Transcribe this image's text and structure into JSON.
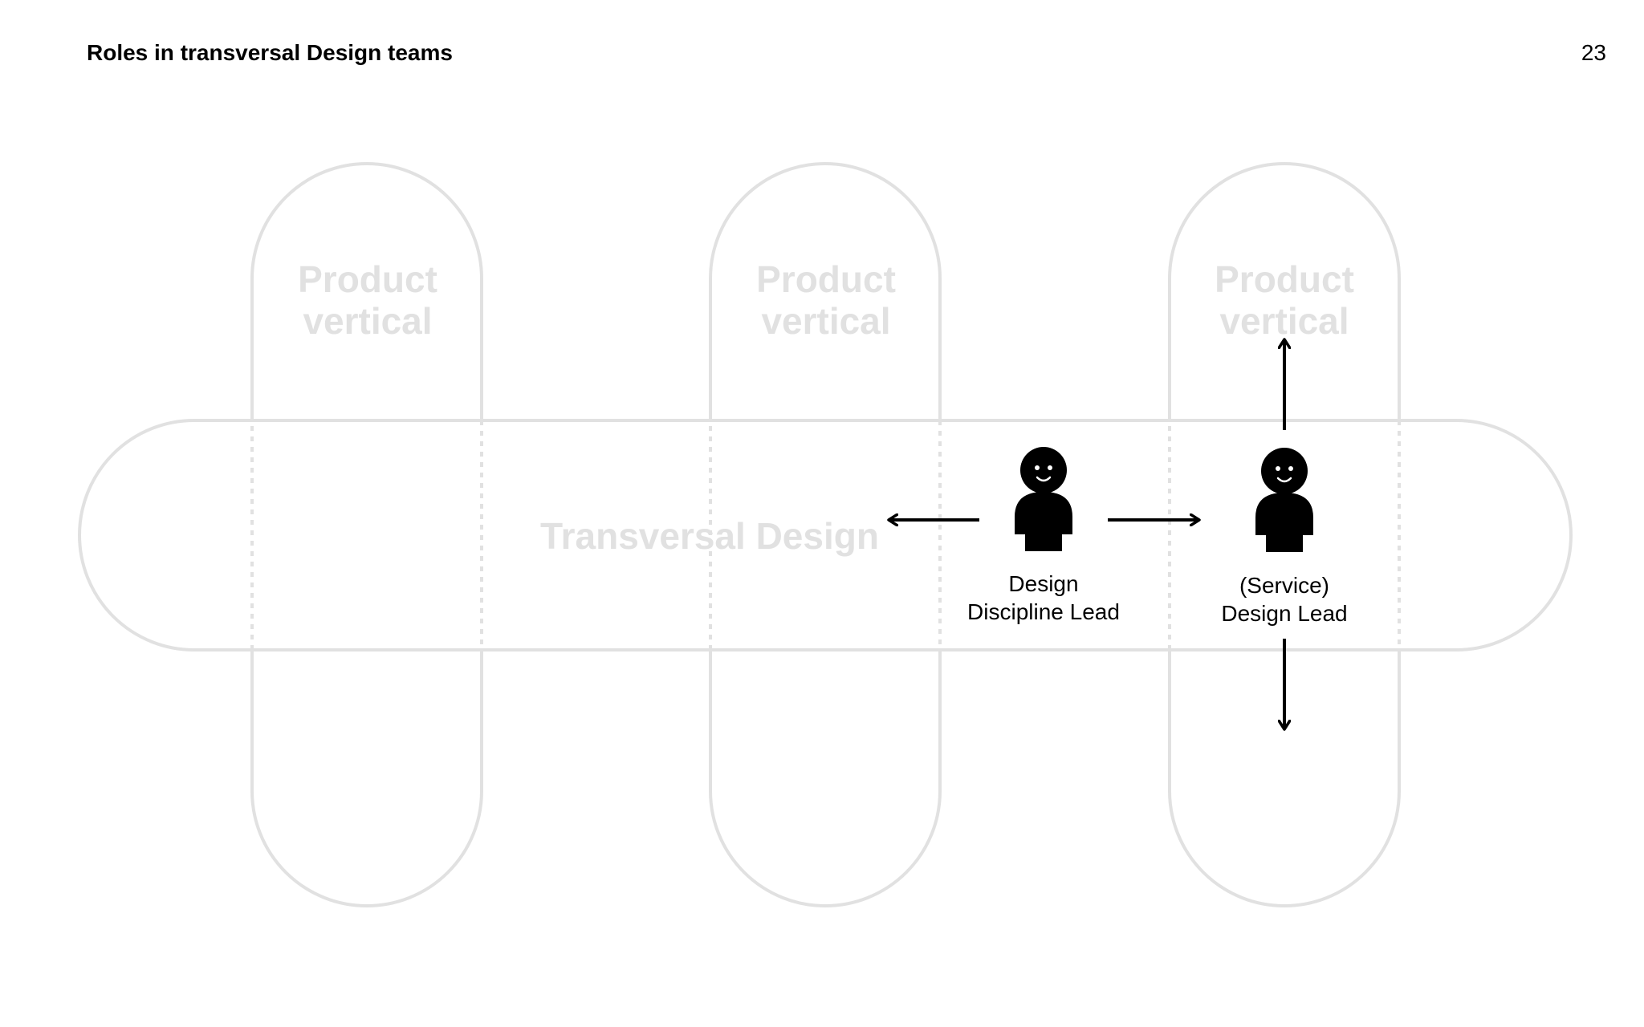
{
  "header": {
    "title": "Roles in transversal Design teams",
    "page_number": "23"
  },
  "diagram": {
    "verticals": [
      {
        "line1": "Product",
        "line2": "vertical"
      },
      {
        "line1": "Product",
        "line2": "vertical"
      },
      {
        "line1": "Product",
        "line2": "vertical"
      }
    ],
    "horizontal": {
      "label": "Transversal Design"
    },
    "roles": [
      {
        "line1": "Design",
        "line2": "Discipline Lead"
      },
      {
        "line1": "(Service)",
        "line2": "Design Lead"
      }
    ],
    "colors": {
      "outline": "#e1e1e1",
      "faded_text": "#e1e1e1",
      "figure": "#000000"
    }
  }
}
